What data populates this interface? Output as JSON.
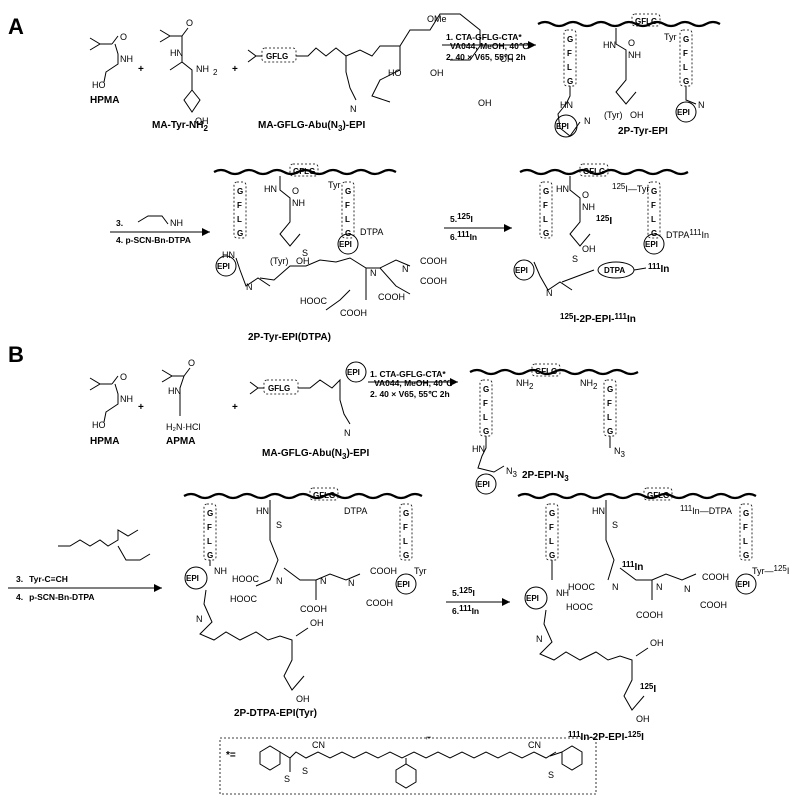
{
  "panels": {
    "a": "A",
    "b": "B"
  },
  "molecules": {
    "hpma": "HPMA",
    "ma_tyr": "MA-Tyr-NH",
    "ma_tyr_sub": "2",
    "ma_gflg_epi": "MA-GFLG-Abu(N",
    "ma_gflg_epi_sub": "3",
    "ma_gflg_epi_tail": ")-EPI",
    "apma": "APMA",
    "p2_tyr_epi": "2P-Tyr-EPI",
    "p2_tyr_epi_dtpa": "2P-Tyr-EPI(DTPA)",
    "labeled_a_pre": "125",
    "labeled_a_mid": "I-2P-EPI-",
    "labeled_a_post": "111",
    "labeled_a_end": "In",
    "p2_epi_n3": "2P-EPI-N",
    "p2_epi_n3_sub": "3",
    "p2_dtpa_epi_tyr": "2P-DTPA-EPI(Tyr)",
    "labeled_b_pre": "111",
    "labeled_b_mid": "In-2P-EPI-",
    "labeled_b_post": "125",
    "labeled_b_end": "I"
  },
  "conditions": {
    "step1_line1": "1. CTA-GFLG-CTA*",
    "step1_line2": "VA044, MeOH, 40℃",
    "step1_line3": "2. 40 × V65, 55℃ 2h",
    "step3": "3.",
    "step4": "4. p-SCN-Bn-DTPA",
    "step5": "5.",
    "step6": "6.",
    "step3b": "3.",
    "step3b_reagent": "Tyr-C≡CH",
    "step4b": "4.",
    "step4b_reagent": "p-SCN-Bn-DTPA"
  },
  "fragments": {
    "gflg": "GFLG",
    "g": "G",
    "f": "F",
    "l": "L",
    "epi": "EPI",
    "tyr": "Tyr",
    "tyr_oh": "(Tyr)",
    "oh": "OH",
    "nh": "NH",
    "hn": "HN",
    "nh2": "NH",
    "two": "2",
    "o": "O",
    "ho": "HO",
    "s": "S",
    "n": "N",
    "n3": "N",
    "three": "3",
    "dtpa": "DTPA",
    "cooh": "COOH",
    "hooc": "HOOC",
    "i125_sup": "125",
    "i": "I",
    "in111_sup": "111",
    "in": "In",
    "hcl": "H₂N·HCl",
    "cn": "CN",
    "star_eq": "*="
  }
}
